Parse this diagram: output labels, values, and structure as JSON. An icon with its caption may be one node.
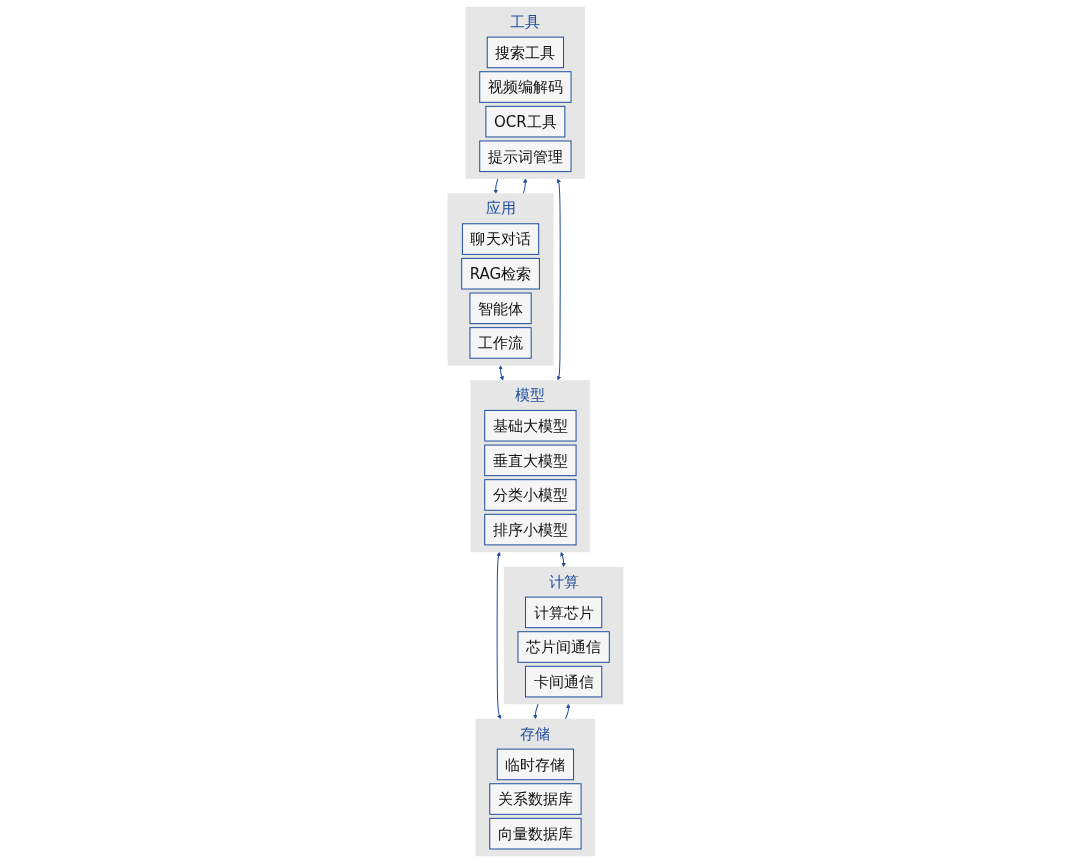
{
  "diagram": {
    "nodes": [
      {
        "text": [
          "应用"
        ]
      },
      {
        "text": [
          "聊天对话"
        ],
        "in": 0
      },
      {
        "text": [
          "RAG检索"
        ],
        "in": 0
      },
      {
        "text": [
          "智能体"
        ],
        "in": 0
      },
      {
        "text": [
          "工作流"
        ],
        "in": 0
      },
      {
        "text": [
          "模型"
        ]
      },
      {
        "text": [
          "基础大模型"
        ],
        "in": 5
      },
      {
        "text": [
          "垂直大模型"
        ],
        "in": 5
      },
      {
        "text": [
          "分类小模型"
        ],
        "in": 5
      },
      {
        "text": [
          "排序小模型"
        ],
        "in": 5
      },
      {
        "text": [
          "工具"
        ]
      },
      {
        "text": [
          "搜索工具"
        ],
        "in": 10
      },
      {
        "text": [
          "视频编解码"
        ],
        "in": 10
      },
      {
        "text": [
          "OCR工具"
        ],
        "in": 10
      },
      {
        "text": [
          "提示词管理"
        ],
        "in": 10
      },
      {
        "text": [
          "存储"
        ]
      },
      {
        "text": [
          "临时存储"
        ],
        "in": 15
      },
      {
        "text": [
          "关系数据库"
        ],
        "in": 15
      },
      {
        "text": [
          "向量数据库"
        ],
        "in": 15
      },
      {
        "text": [
          "计算"
        ]
      },
      {
        "text": [
          "计算芯片"
        ],
        "in": 19
      },
      {
        "text": [
          "芯片间通信"
        ],
        "in": 19
      },
      {
        "text": [
          "卡间通信"
        ],
        "in": 19
      }
    ],
    "edges": [
      {
        "from": 0,
        "to": 5,
        "arrow": "both"
      },
      {
        "from": 10,
        "to": 0,
        "arrow": "to"
      },
      {
        "from": 0,
        "to": 10,
        "arrow": "to"
      },
      {
        "from": 10,
        "to": 5,
        "arrow": "both"
      },
      {
        "from": 5,
        "to": 15,
        "arrow": "both"
      },
      {
        "from": 5,
        "to": 19,
        "arrow": "both"
      },
      {
        "from": 19,
        "to": 15,
        "arrow": "to"
      },
      {
        "from": 15,
        "to": 19,
        "arrow": "to"
      }
    ]
  }
}
